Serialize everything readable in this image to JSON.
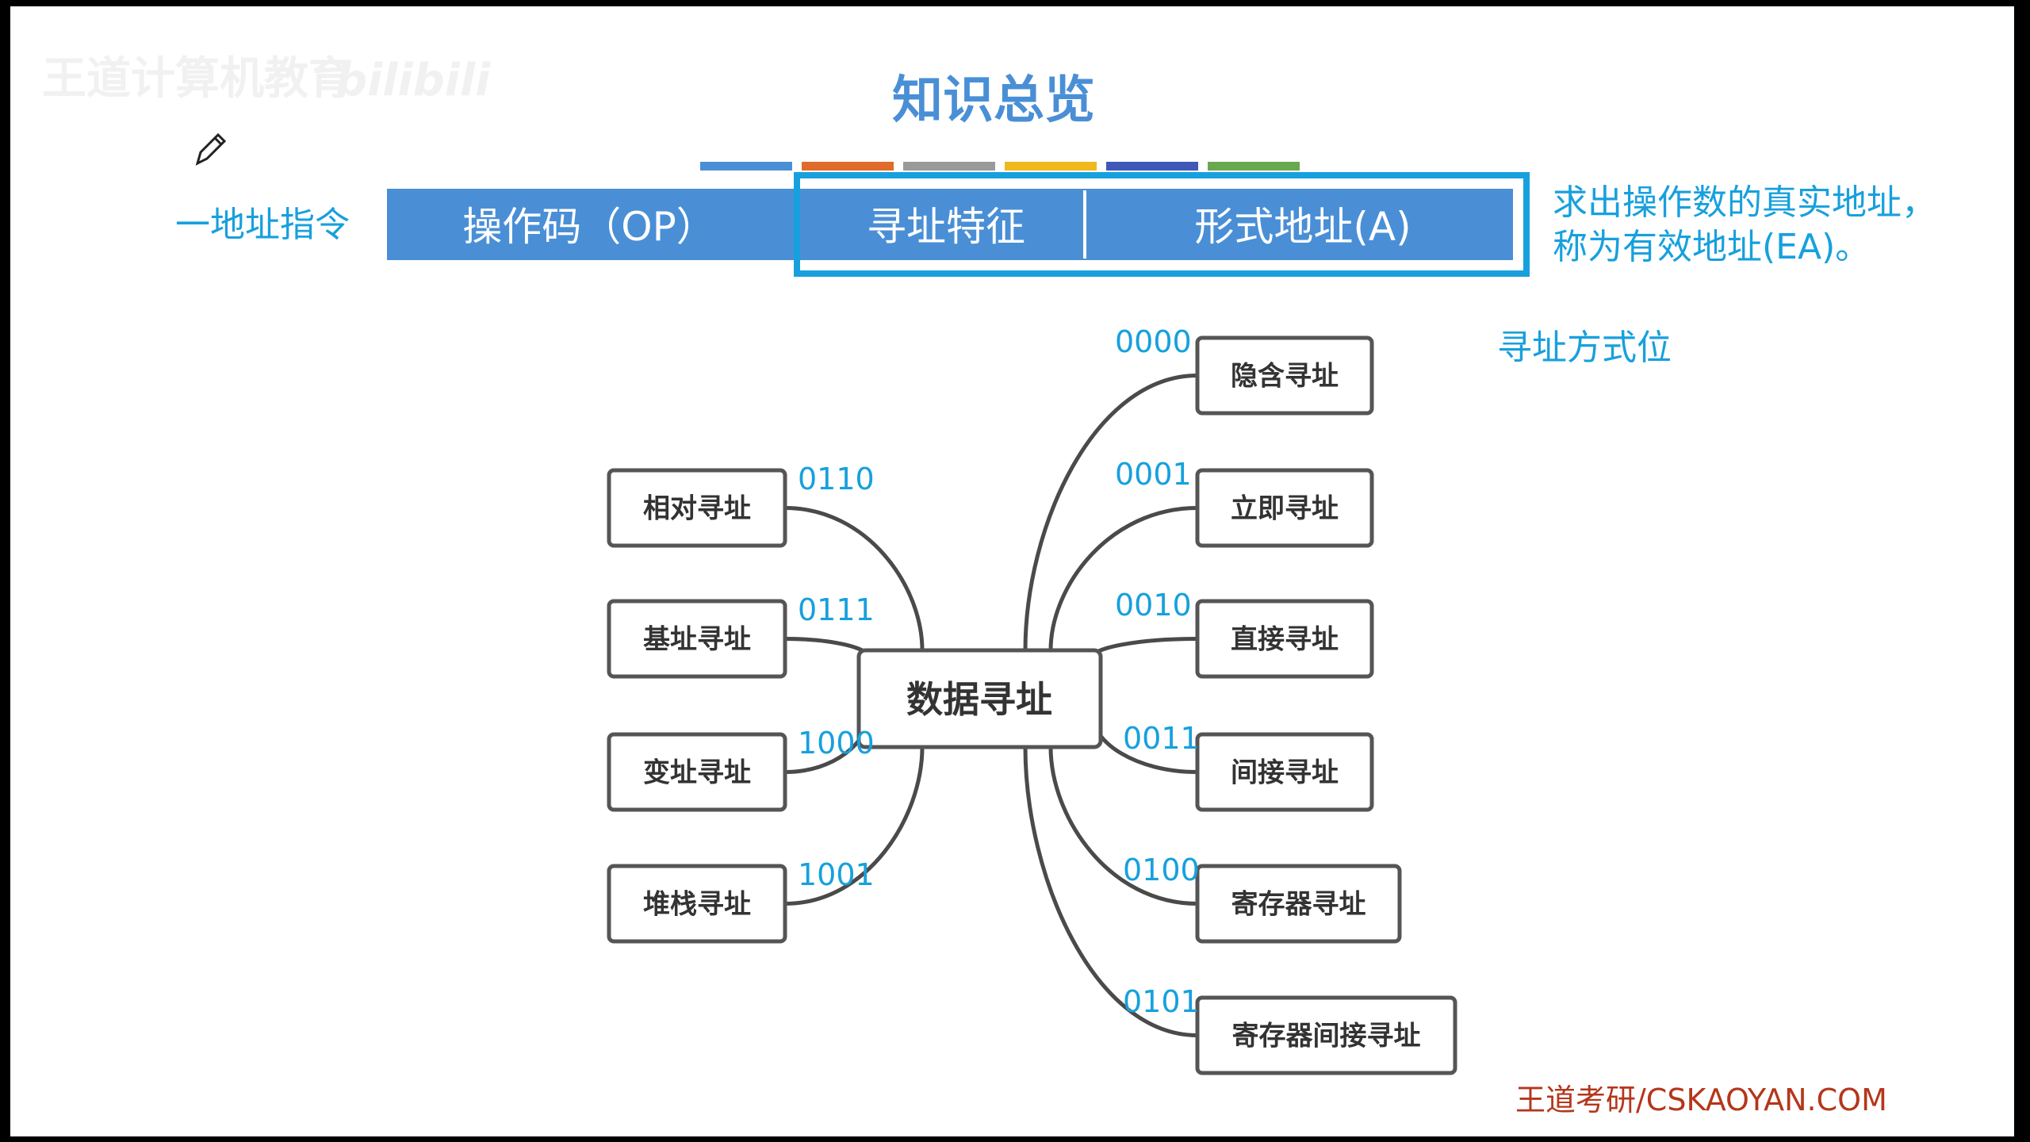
{
  "watermark": {
    "text": "王道计算机教育",
    "brand": "bilibili"
  },
  "title": "知识总览",
  "color_strip": [
    "#4a8fd6",
    "#e06b2a",
    "#9a9a9a",
    "#f1b81c",
    "#3e58b8",
    "#6aa84f"
  ],
  "instruction": {
    "label": "一地址指令",
    "opcode": "操作码（OP）",
    "addr_feature": "寻址特征",
    "formal_addr": "形式地址(A)",
    "note_line1": "求出操作数的真实地址，",
    "note_line2": "称为有效地址(EA)。"
  },
  "mode_bits_label": "寻址方式位",
  "center_node": "数据寻址",
  "left_nodes": [
    {
      "label": "相对寻址",
      "code": "0110"
    },
    {
      "label": "基址寻址",
      "code": "0111"
    },
    {
      "label": "变址寻址",
      "code": "1000"
    },
    {
      "label": "堆栈寻址",
      "code": "1001"
    }
  ],
  "right_nodes": [
    {
      "label": "隐含寻址",
      "code": "0000"
    },
    {
      "label": "立即寻址",
      "code": "0001"
    },
    {
      "label": "直接寻址",
      "code": "0010"
    },
    {
      "label": "间接寻址",
      "code": "0011"
    },
    {
      "label": "寄存器寻址",
      "code": "0100"
    },
    {
      "label": "寄存器间接寻址",
      "code": "0101"
    }
  ],
  "footer": "王道考研/CSKAOYAN.COM",
  "colors": {
    "accent": "#4a8fd6",
    "cyan": "#17a0dd",
    "footer": "#b5361b"
  }
}
